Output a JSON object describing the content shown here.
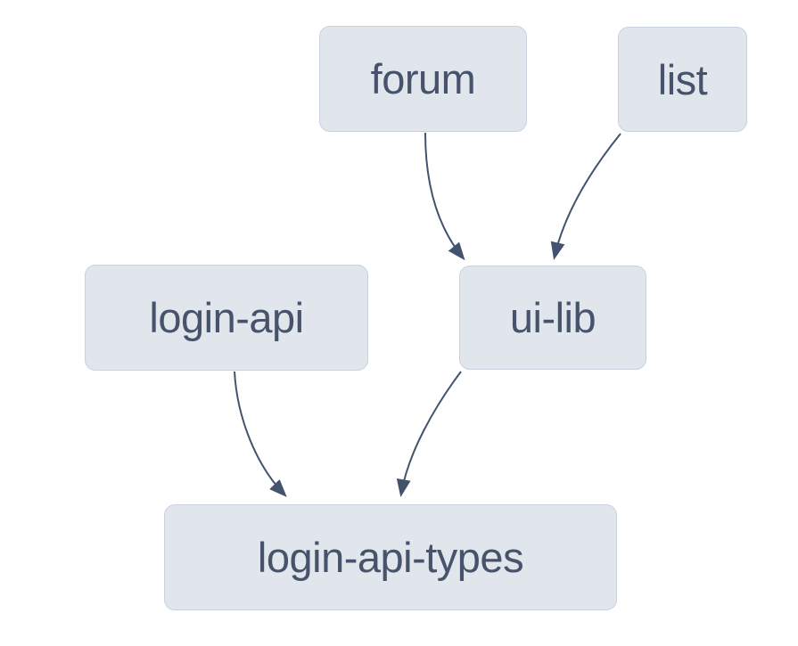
{
  "diagram": {
    "type": "dependency-graph",
    "nodes": [
      {
        "id": "forum",
        "label": "forum"
      },
      {
        "id": "list",
        "label": "list"
      },
      {
        "id": "login-api",
        "label": "login-api"
      },
      {
        "id": "ui-lib",
        "label": "ui-lib"
      },
      {
        "id": "login-api-types",
        "label": "login-api-types"
      }
    ],
    "edges": [
      {
        "from": "forum",
        "to": "ui-lib"
      },
      {
        "from": "list",
        "to": "ui-lib"
      },
      {
        "from": "login-api",
        "to": "login-api-types"
      },
      {
        "from": "ui-lib",
        "to": "login-api-types"
      }
    ],
    "colors": {
      "background": "#ffffff",
      "node_fill": "#e1e6ed",
      "node_border": "#c9d2e0",
      "node_text": "#46536a",
      "edge": "#43536e"
    }
  }
}
